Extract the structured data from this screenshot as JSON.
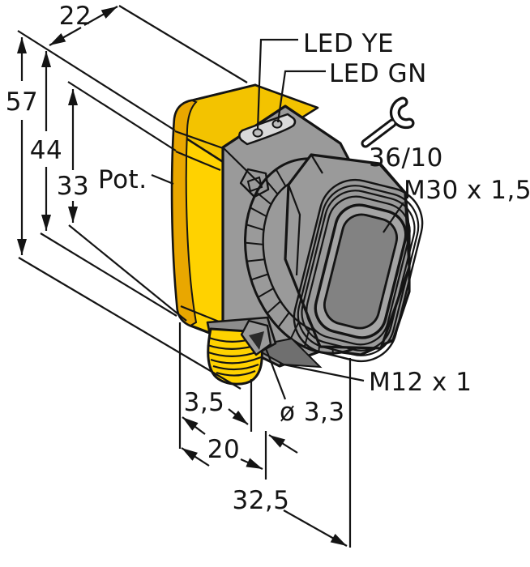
{
  "drawing": {
    "dimensions": {
      "width_top": "22",
      "height_total": "57",
      "height_housing": "44",
      "height_front_face": "33",
      "connector_offset": "3,5",
      "depth_body": "20",
      "depth_total": "32,5",
      "mounting_hole_diameter": "ø 3,3"
    },
    "callouts": {
      "led_yellow": "LED YE",
      "led_green": "LED GN",
      "potentiometer": "Pot.",
      "wrench_spec": "36/10",
      "lens_thread": "M30 x 1,5",
      "connector_thread": "M12 x 1"
    },
    "colors": {
      "body_yellow": "#FFD200",
      "body_top_yellow": "#F3C300",
      "body_edge_yellow": "#E9A700",
      "housing_gray": "#9A9A9A",
      "flange_gray": "#8C8C8C",
      "shadow_gray": "#6F6F6F",
      "lens_rim_gray": "#A4A4A4",
      "lens_face_gray": "#828282",
      "line_black": "#141414",
      "plate_gray": "#D9D9D9"
    }
  }
}
